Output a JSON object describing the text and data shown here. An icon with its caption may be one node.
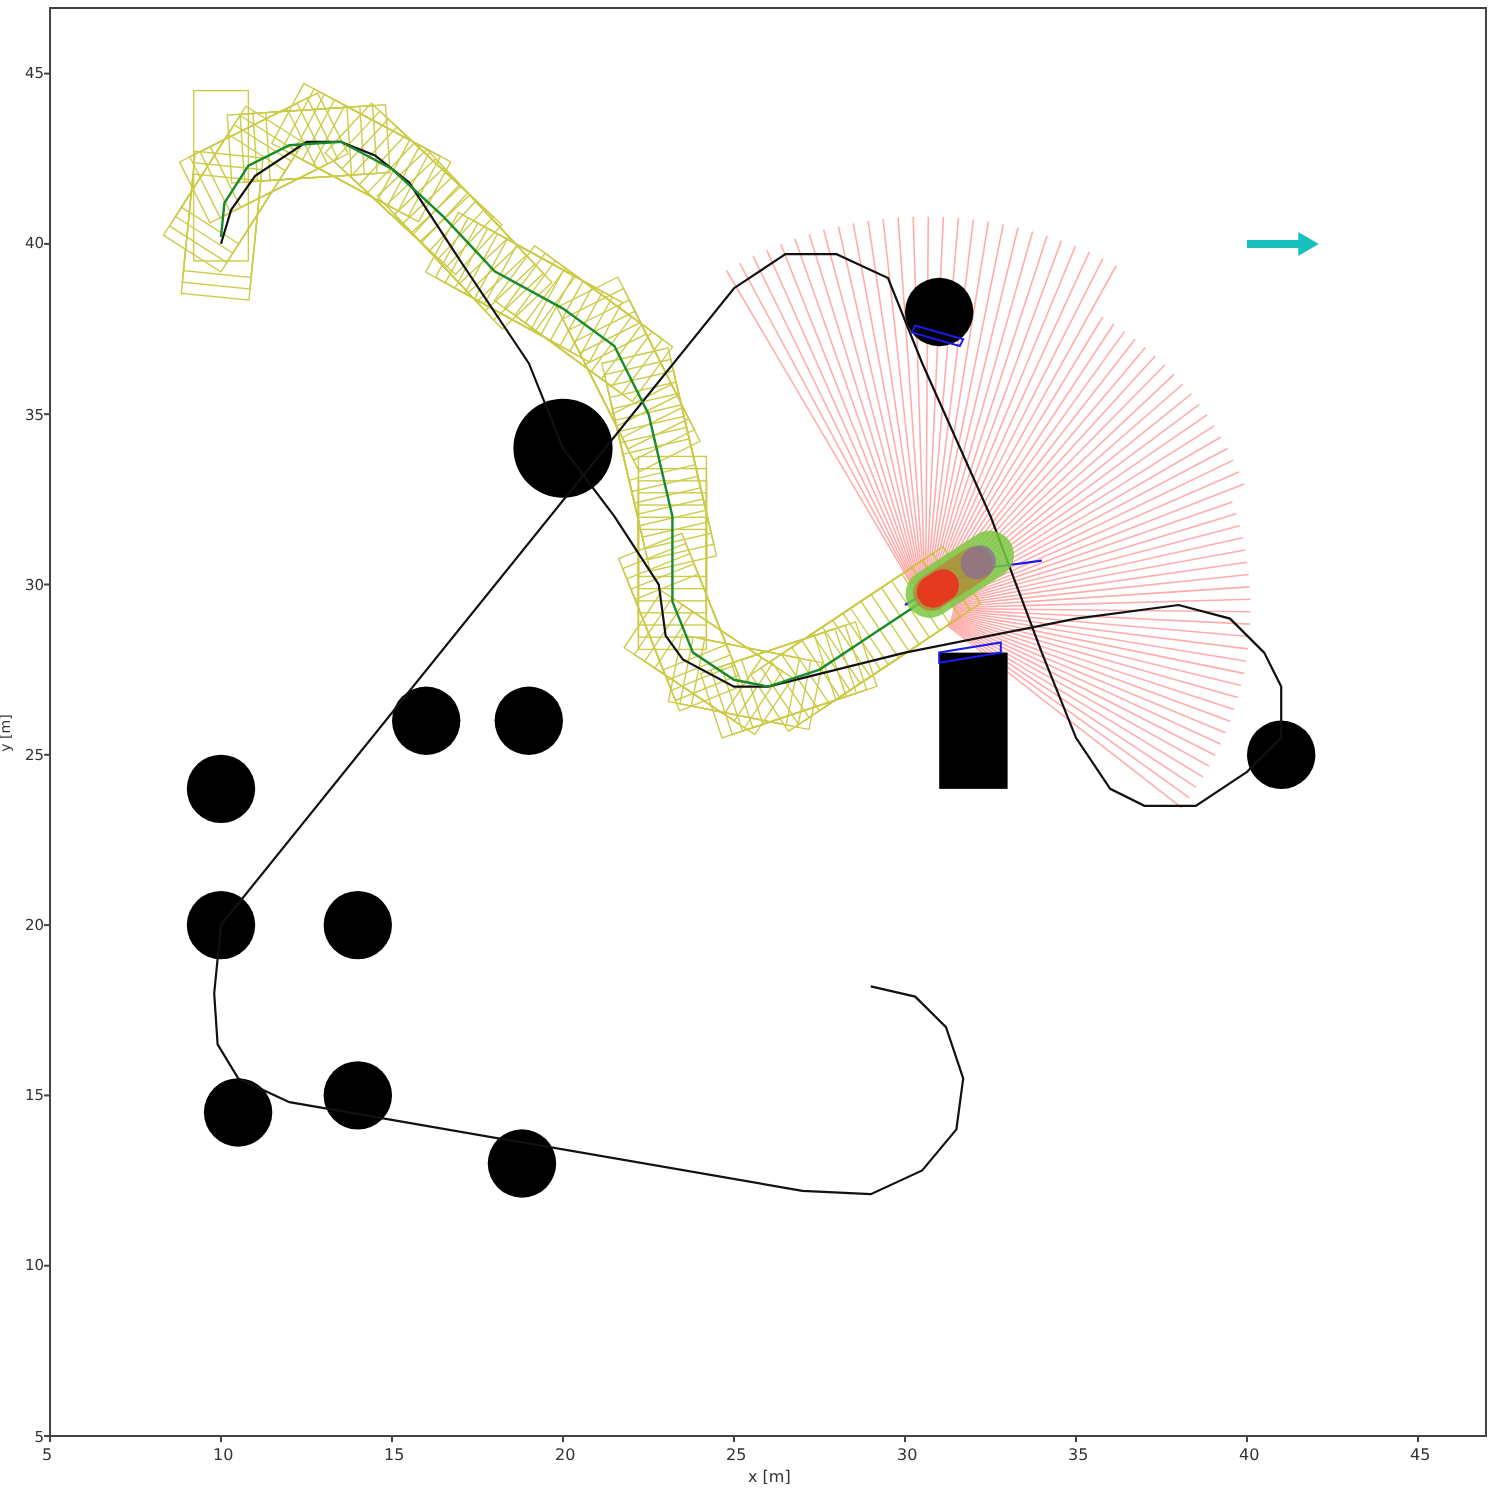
{
  "diagram": {
    "labels": [
      "45",
      "40",
      "35",
      "30",
      "25",
      "20",
      "15",
      "10",
      "5",
      "y [m]",
      "5",
      "10",
      "15",
      "20",
      "25",
      "30",
      "35",
      "40",
      "45",
      "x [m]"
    ]
  }
}
